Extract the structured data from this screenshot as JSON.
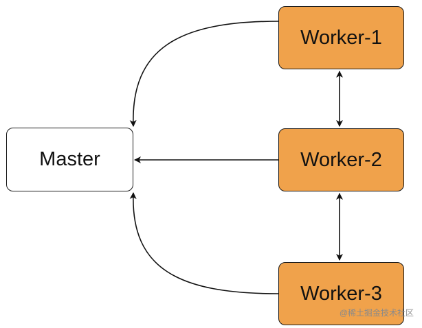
{
  "diagram": {
    "master": {
      "label": "Master"
    },
    "workers": [
      {
        "label": "Worker-1"
      },
      {
        "label": "Worker-2"
      },
      {
        "label": "Worker-3"
      }
    ],
    "colors": {
      "worker_fill": "#F0A24B",
      "master_fill": "#FFFFFF",
      "stroke": "#1A1A1A"
    }
  },
  "watermark": "@稀土掘金技术社区"
}
